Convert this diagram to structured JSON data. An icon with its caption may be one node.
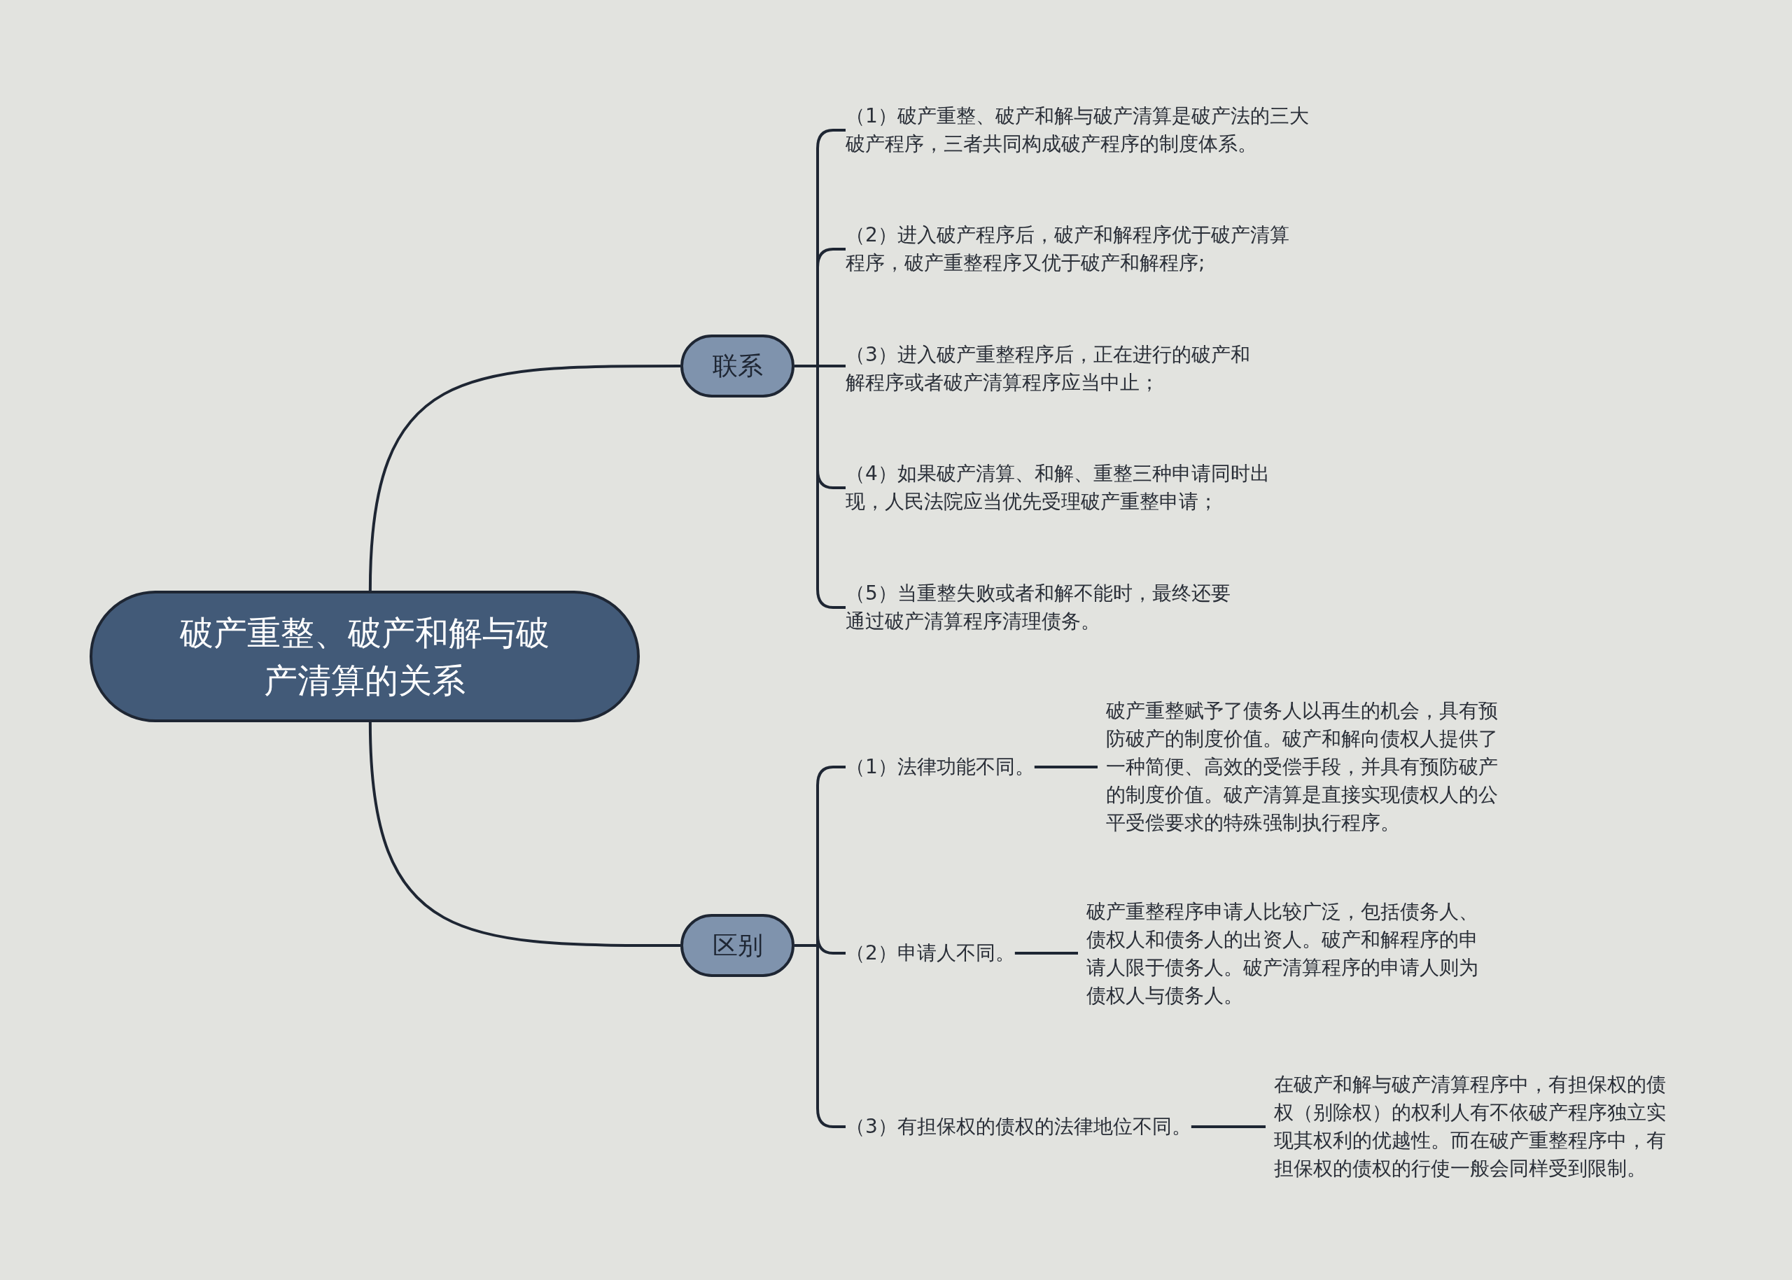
{
  "diagram": {
    "nodes": [
      {
        "text": [
          "破产重整、破产和解与破产清算的关系"
        ]
      },
      {
        "text": [
          "联系"
        ]
      },
      {
        "text": [
          "区别"
        ]
      },
      {
        "text": [
          "（1）破产重整、破产和解与破产清算是破产法的三大破产程序，三者共同构成破产程序的制度体系。"
        ]
      },
      {
        "text": [
          "（2）进入破产程序后，破产和解程序优于破产清算程序，破产重整程序又优于破产和解程序;"
        ]
      },
      {
        "text": [
          "（3）进入破产重整程序后，正在进行的破产和解程序或者破产清算程序应当中止；"
        ]
      },
      {
        "text": [
          "（4）如果破产清算、和解、重整三种申请同时出现，人民法院应当优先受理破产重整申请；"
        ]
      },
      {
        "text": [
          "（5）当重整失败或者和解不能时，最终还要通过破产清算程序清理债务。"
        ]
      },
      {
        "text": [
          "（1）法律功能不同。"
        ]
      },
      {
        "text": [
          "破产重整赋予了债务人以再生的机会，具有预防破产的制度价值。破产和解向债权人提供了一种简便、高效的受偿手段，并具有预防破产的制度价值。破产清算是直接实现债权人的公平受偿要求的特殊强制执行程序。"
        ]
      },
      {
        "text": [
          "（2）申请人不同。"
        ]
      },
      {
        "text": [
          "破产重整程序申请人比较广泛，包括债务人、债权人和债务人的出资人。破产和解程序的申请人限于债务人。破产清算程序的申请人则为债权人与债务人。"
        ]
      },
      {
        "text": [
          "（3）有担保权的债权的法律地位不同。"
        ]
      },
      {
        "text": [
          "在破产和解与破产清算程序中，有担保权的债权（别除权）的权利人有不依破产程序独立实现其权利的优越性。而在破产重整程序中，有担保权的债权的行使一般会同样受到限制。"
        ]
      }
    ],
    "edges": [
      {
        "from": 0,
        "to": 1,
        "arrow": "none"
      },
      {
        "from": 0,
        "to": 2,
        "arrow": "none"
      },
      {
        "from": 1,
        "to": 3,
        "arrow": "none"
      },
      {
        "from": 1,
        "to": 4,
        "arrow": "none"
      },
      {
        "from": 1,
        "to": 5,
        "arrow": "none"
      },
      {
        "from": 1,
        "to": 6,
        "arrow": "none"
      },
      {
        "from": 1,
        "to": 7,
        "arrow": "none"
      },
      {
        "from": 2,
        "to": 8,
        "arrow": "none"
      },
      {
        "from": 2,
        "to": 10,
        "arrow": "none"
      },
      {
        "from": 2,
        "to": 12,
        "arrow": "none"
      },
      {
        "from": 8,
        "to": 9,
        "arrow": "none"
      },
      {
        "from": 10,
        "to": 11,
        "arrow": "none"
      },
      {
        "from": 12,
        "to": 13,
        "arrow": "none"
      }
    ]
  }
}
